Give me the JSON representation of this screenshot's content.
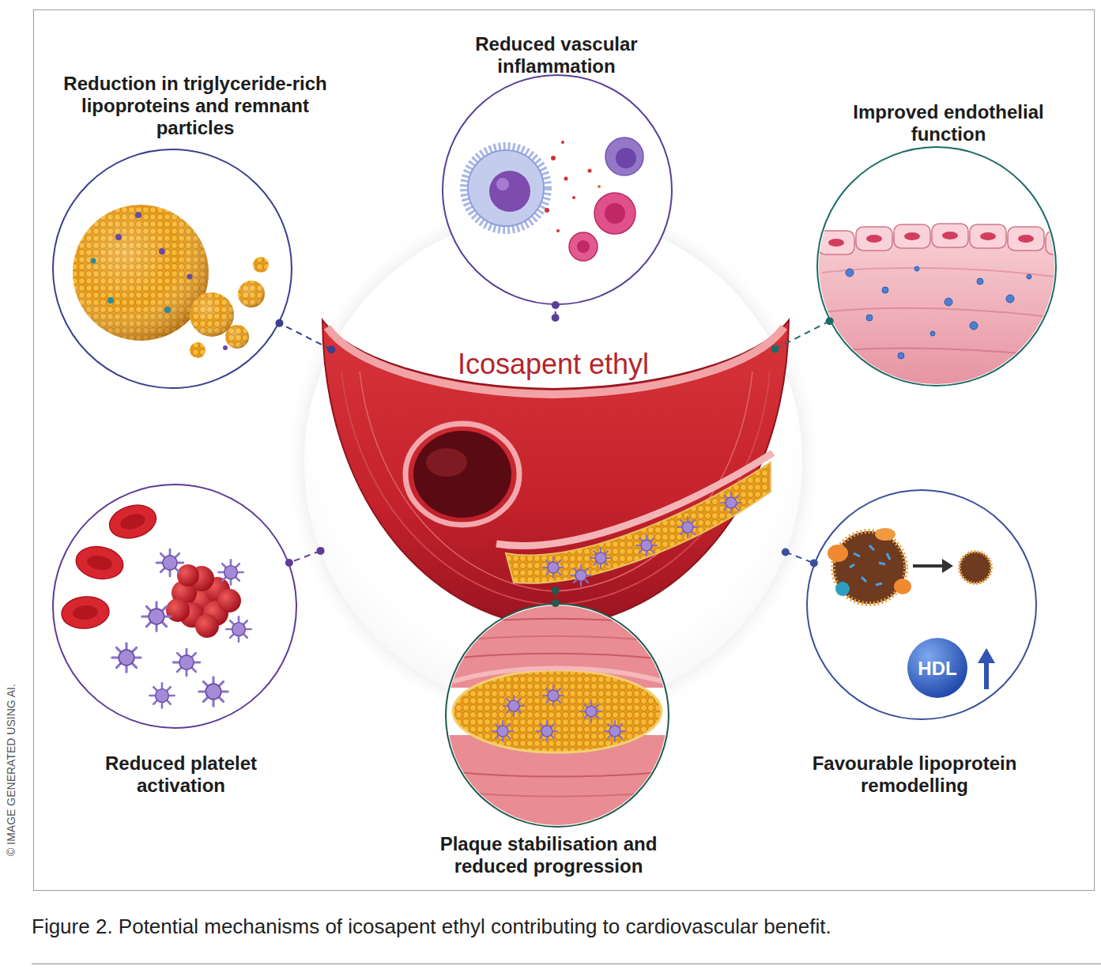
{
  "diagram": {
    "caption": "Figure 2. Potential mechanisms of icosapent ethyl contributing to cardiovascular benefit.",
    "nodes": [
      {
        "text": [
          "Reduction in triglyceride-rich lipoproteins and remnant particles"
        ]
      },
      {
        "text": [
          "Reduced vascular inflammation"
        ]
      },
      {
        "text": [
          "Improved endothelial function"
        ]
      },
      {
        "text": [
          "Icosapent ethyl"
        ]
      },
      {
        "text": [
          "Reduced platelet activation"
        ]
      },
      {
        "text": [
          "Plaque stabilisation and reduced progression"
        ]
      },
      {
        "text": [
          "Favourable lipoprotein remodelling"
        ]
      }
    ],
    "edges": [
      {
        "from": 3,
        "to": 0,
        "arrow": "none"
      },
      {
        "from": 3,
        "to": 1,
        "arrow": "none"
      },
      {
        "from": 3,
        "to": 2,
        "arrow": "none"
      },
      {
        "from": 3,
        "to": 4,
        "arrow": "none"
      },
      {
        "from": 3,
        "to": 5,
        "arrow": "none"
      },
      {
        "from": 3,
        "to": 6,
        "arrow": "none"
      }
    ],
    "labels": [
      "© IMAGE GENERATED USING AI.",
      "HDL"
    ]
  }
}
